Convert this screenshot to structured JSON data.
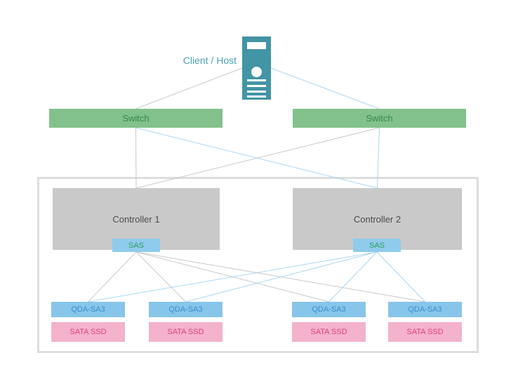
{
  "diagram": {
    "client_host": {
      "label": "Client / Host"
    },
    "switches": [
      {
        "label": "Switch"
      },
      {
        "label": "Switch"
      }
    ],
    "controllers": [
      {
        "label": "Controller 1",
        "port_label": "SAS"
      },
      {
        "label": "Controller 2",
        "port_label": "SAS"
      }
    ],
    "drive_groups": [
      {
        "adapter_label": "QDA-SA3",
        "drive_label": "SATA SSD"
      },
      {
        "adapter_label": "QDA-SA3",
        "drive_label": "SATA SSD"
      },
      {
        "adapter_label": "QDA-SA3",
        "drive_label": "SATA SSD"
      },
      {
        "adapter_label": "QDA-SA3",
        "drive_label": "SATA SSD"
      }
    ],
    "colors": {
      "server_teal": "#4295A5",
      "client_host_text": "#4BA0B5",
      "switch_green": "#82C18C",
      "switch_text": "#35894C",
      "controller_gray": "#C9C9C9",
      "controller_text": "#4D4D4D",
      "sas_port_blue": "#8FCBEC",
      "sas_port_text": "#2E9E5B",
      "adapter_blue": "#87C5EA",
      "adapter_text": "#3A8FD0",
      "drive_pink": "#F4B2CC",
      "drive_text": "#E0407E",
      "enclosure_border": "#DDDDDD",
      "line_gray": "#C9C9C9",
      "line_blue": "#ABD6F2"
    },
    "connections": [
      {
        "from": "server-icon",
        "from_anchor": "left",
        "to": "switch-1",
        "to_anchor": "top",
        "color": "line_gray"
      },
      {
        "from": "server-icon",
        "from_anchor": "right",
        "to": "switch-2",
        "to_anchor": "top",
        "color": "line_blue"
      },
      {
        "from": "switch-1",
        "from_anchor": "bottom",
        "to": "controller-1",
        "to_anchor": "top",
        "color": "line_gray"
      },
      {
        "from": "switch-1",
        "from_anchor": "bottom",
        "to": "controller-2",
        "to_anchor": "top",
        "color": "line_blue"
      },
      {
        "from": "switch-2",
        "from_anchor": "bottom",
        "to": "controller-1",
        "to_anchor": "top",
        "color": "line_gray"
      },
      {
        "from": "switch-2",
        "from_anchor": "bottom",
        "to": "controller-2",
        "to_anchor": "top",
        "color": "line_blue"
      },
      {
        "from": "sas-port-1",
        "from_anchor": "bottom",
        "to": "qda-1",
        "to_anchor": "top",
        "color": "line_gray"
      },
      {
        "from": "sas-port-1",
        "from_anchor": "bottom",
        "to": "qda-2",
        "to_anchor": "top",
        "color": "line_gray"
      },
      {
        "from": "sas-port-1",
        "from_anchor": "bottom",
        "to": "qda-3",
        "to_anchor": "top",
        "color": "line_gray"
      },
      {
        "from": "sas-port-1",
        "from_anchor": "bottom",
        "to": "qda-4",
        "to_anchor": "top",
        "color": "line_gray"
      },
      {
        "from": "sas-port-2",
        "from_anchor": "bottom",
        "to": "qda-1",
        "to_anchor": "top",
        "color": "line_blue"
      },
      {
        "from": "sas-port-2",
        "from_anchor": "bottom",
        "to": "qda-2",
        "to_anchor": "top",
        "color": "line_blue"
      },
      {
        "from": "sas-port-2",
        "from_anchor": "bottom",
        "to": "qda-3",
        "to_anchor": "top",
        "color": "line_blue"
      },
      {
        "from": "sas-port-2",
        "from_anchor": "bottom",
        "to": "qda-4",
        "to_anchor": "top",
        "color": "line_blue"
      }
    ]
  }
}
